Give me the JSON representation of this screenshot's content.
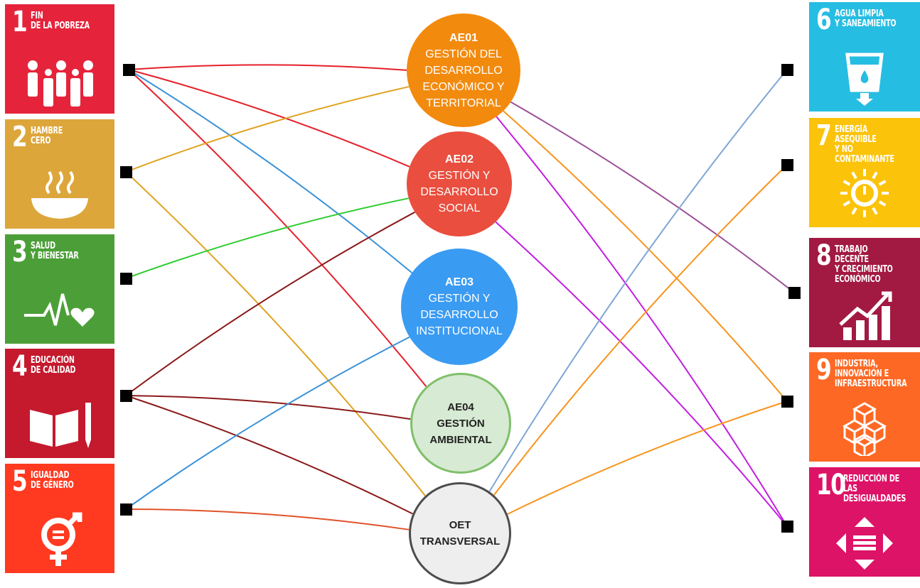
{
  "sdg_left": [
    {
      "number": "1",
      "title": "FIN\nDE LA POBREZA",
      "color": "#e5243b",
      "icon": "people-icon"
    },
    {
      "number": "2",
      "title": "HAMBRE\nCERO",
      "color": "#dda63a",
      "icon": "bowl-icon"
    },
    {
      "number": "3",
      "title": "SALUD\nY BIENESTAR",
      "color": "#4c9f38",
      "icon": "heartbeat-icon"
    },
    {
      "number": "4",
      "title": "EDUCACIÓN\nDE CALIDAD",
      "color": "#c5192d",
      "icon": "book-pencil-icon"
    },
    {
      "number": "5",
      "title": "IGUALDAD\nDE GÉNERO",
      "color": "#ff3a21",
      "icon": "gender-equality-icon"
    }
  ],
  "sdg_right": [
    {
      "number": "6",
      "title": "AGUA LIMPIA\nY SANEAMIENTO",
      "color": "#26bde2",
      "icon": "water-glass-icon"
    },
    {
      "number": "7",
      "title": "ENERGÍA ASEQUIBLE\nY NO CONTAMINANTE",
      "color": "#fcc30b",
      "icon": "sun-power-icon"
    },
    {
      "number": "8",
      "title": "TRABAJO DECENTE\nY CRECIMIENTO\nECONÓMICO",
      "color": "#a21942",
      "icon": "growth-chart-icon"
    },
    {
      "number": "9",
      "title": "INDUSTRIA,\nINNOVACIÓN E\nINFRAESTRUCTURA",
      "color": "#fd6925",
      "icon": "cubes-icon"
    },
    {
      "number": "10",
      "title": "REDUCCIÓN DE LAS\nDESIGUALDADES",
      "color": "#dd1367",
      "icon": "arrows-equal-icon"
    }
  ],
  "axes": [
    {
      "code": "AE01",
      "lines": [
        "GESTIÓN DEL",
        "DESARROLLO",
        "ECONÓMICO Y",
        "TERRITORIAL"
      ],
      "color": "#f28a0e",
      "text_color": "#ffffff"
    },
    {
      "code": "AE02",
      "lines": [
        "GESTIÓN Y",
        "DESARROLLO",
        "SOCIAL"
      ],
      "color": "#e94e3e",
      "text_color": "#ffffff"
    },
    {
      "code": "AE03",
      "lines": [
        "GESTIÓN Y",
        "DESARROLLO",
        "INSTITUCIONAL"
      ],
      "color": "#3a9bf2",
      "text_color": "#ffffff"
    },
    {
      "code": "AE04",
      "lines": [
        "GESTIÓN",
        "AMBIENTAL"
      ],
      "color": "#d7ead3",
      "border": "#7fbf6a",
      "text_color": "#222222"
    },
    {
      "code": "OET",
      "lines": [
        "TRANSVERSAL"
      ],
      "color": "#eeeeee",
      "border": "#4d4d4d",
      "text_color": "#222222"
    }
  ],
  "connections": [
    {
      "from": "sdg-1",
      "to": "AE01",
      "color": "#e5202a"
    },
    {
      "from": "sdg-1",
      "to": "AE02",
      "color": "#e5202a"
    },
    {
      "from": "sdg-1",
      "to": "AE03",
      "color": "#3a92d8"
    },
    {
      "from": "sdg-1",
      "to": "AE04",
      "color": "#e5202a"
    },
    {
      "from": "sdg-2",
      "to": "AE01",
      "color": "#e0a321"
    },
    {
      "from": "sdg-2",
      "to": "OET",
      "color": "#e0a321"
    },
    {
      "from": "sdg-3",
      "to": "AE02",
      "color": "#2ecc2e"
    },
    {
      "from": "sdg-4",
      "to": "AE02",
      "color": "#8b1a1a"
    },
    {
      "from": "sdg-4",
      "to": "AE04",
      "color": "#8b1a1a"
    },
    {
      "from": "sdg-4",
      "to": "OET",
      "color": "#8b1a1a"
    },
    {
      "from": "sdg-5",
      "to": "AE03",
      "color": "#3a92d8"
    },
    {
      "from": "sdg-5",
      "to": "OET",
      "color": "#e0522a"
    },
    {
      "from": "AE01",
      "to": "sdg-8",
      "color": "#9b4f96"
    },
    {
      "from": "AE01",
      "to": "sdg-9",
      "color": "#f7941d"
    },
    {
      "from": "AE01",
      "to": "sdg-10",
      "color": "#c21ee0"
    },
    {
      "from": "AE02",
      "to": "sdg-10",
      "color": "#c21ee0"
    },
    {
      "from": "OET",
      "to": "sdg-6",
      "color": "#7fa6d6"
    },
    {
      "from": "OET",
      "to": "sdg-7",
      "color": "#f7941d"
    },
    {
      "from": "OET",
      "to": "sdg-9",
      "color": "#f7941d"
    }
  ]
}
